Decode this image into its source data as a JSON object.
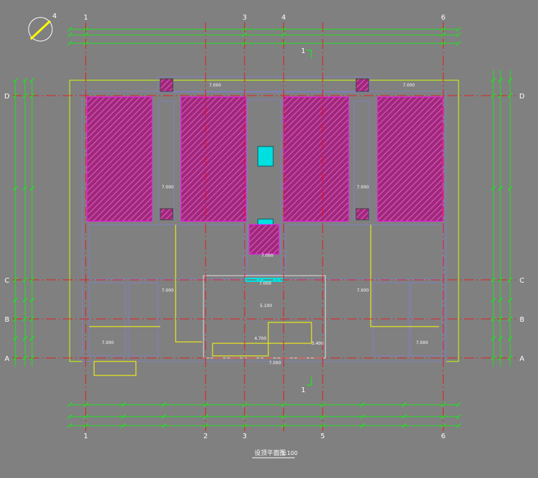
{
  "grid": {
    "vertical": [
      "1",
      "2",
      "3",
      "4",
      "5",
      "6"
    ],
    "horizontal": [
      "D",
      "C",
      "B",
      "A"
    ]
  },
  "title": "设顶平面图",
  "scale": "1:100",
  "section_mark": "1",
  "north_mark": "4",
  "elevations": [
    "7.000",
    "7.000",
    "7.000",
    "7.000",
    "7.000",
    "7.000",
    "7.000",
    "7.000",
    "7.000",
    "7.000",
    "5.100",
    "4.700",
    "3.400",
    "7.000"
  ],
  "colors": {
    "background": "#808080",
    "dim": "#00ff00",
    "grid_line": "#ff0000",
    "wall": "#3a3a7a",
    "roof_hatch": "#b0308a",
    "stair": "#ffff00",
    "glass": "#00ffff",
    "outline": "#ffff00",
    "text": "#ffffff"
  }
}
